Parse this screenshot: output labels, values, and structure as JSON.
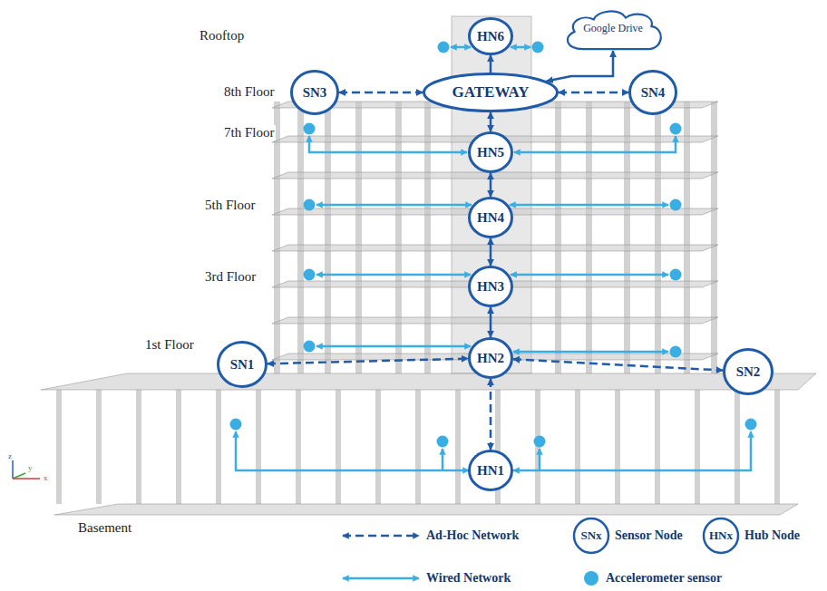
{
  "diagram": {
    "nodes": [
      {
        "text": [
          "HN6"
        ]
      },
      {
        "text": [
          "Google Drive"
        ]
      },
      {
        "text": [
          "SN3"
        ]
      },
      {
        "text": [
          "GATEWAY"
        ]
      },
      {
        "text": [
          "SN4"
        ]
      },
      {
        "text": [
          "HN5"
        ]
      },
      {
        "text": [
          "HN4"
        ]
      },
      {
        "text": [
          "HN3"
        ]
      },
      {
        "text": [
          "SN1"
        ]
      },
      {
        "text": [
          "HN2"
        ]
      },
      {
        "text": [
          "SN2"
        ]
      },
      {
        "text": [
          "HN1"
        ]
      }
    ],
    "edges": [
      {
        "from": 3,
        "to": 0,
        "arrow": "to"
      },
      {
        "from": 3,
        "to": 1,
        "arrow": "both"
      },
      {
        "from": 2,
        "to": 3,
        "arrow": "both"
      },
      {
        "from": 3,
        "to": 4,
        "arrow": "both"
      },
      {
        "from": 3,
        "to": 5,
        "arrow": "both"
      },
      {
        "from": 5,
        "to": 6,
        "arrow": "both"
      },
      {
        "from": 6,
        "to": 7,
        "arrow": "both"
      },
      {
        "from": 7,
        "to": 9,
        "arrow": "both"
      },
      {
        "from": 8,
        "to": 9,
        "arrow": "both"
      },
      {
        "from": 9,
        "to": 10,
        "arrow": "both"
      },
      {
        "from": 9,
        "to": 11,
        "arrow": "both"
      }
    ],
    "labels": [
      "Rooftop",
      "8th Floor",
      "7th Floor",
      "5th Floor",
      "3rd Floor",
      "1st Floor",
      "Basement",
      "z",
      "y",
      "x",
      "SNx",
      "HNx"
    ],
    "legend": [
      {
        "text": "Ad-Hoc Network"
      },
      {
        "text": "Sensor Node"
      },
      {
        "text": "Hub Node"
      },
      {
        "text": "Wired Network"
      },
      {
        "text": "Accelerometer sensor",
        "color": "#3aaee3"
      }
    ]
  }
}
